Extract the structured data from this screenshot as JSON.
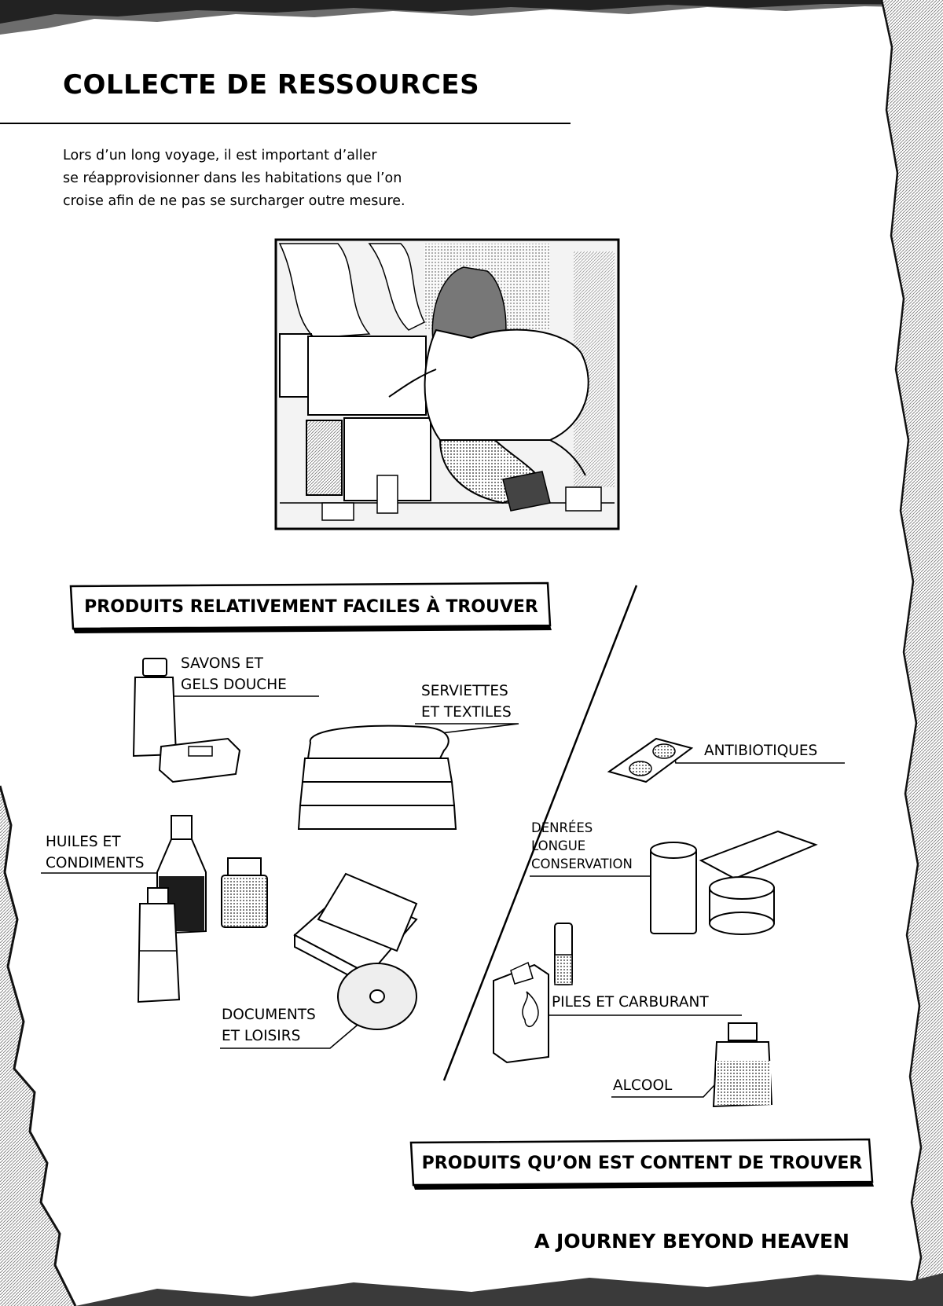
{
  "page": {
    "title": "COLLECTE DE RESSOURCES",
    "intro_lines": [
      "Lors d’un long voyage, il est important d’aller",
      "se réapprovisionner dans les habitations que l’on",
      "croise afin de ne pas se surcharger outre mesure."
    ],
    "footer": "A JOURNEY BEYOND HEAVEN"
  },
  "easy_section": {
    "heading": "PRODUITS RELATIVEMENT FACILES À TROUVER",
    "items": {
      "soaps": [
        "SAVONS ET",
        "GELS DOUCHE"
      ],
      "towels": [
        "SERVIETTES",
        "ET TEXTILES"
      ],
      "oils": [
        "HUILES ET",
        "CONDIMENTS"
      ],
      "documents": [
        "DOCUMENTS",
        "ET LOISIRS"
      ]
    }
  },
  "rare_section": {
    "heading": "PRODUITS QU’ON EST CONTENT DE TROUVER",
    "items": {
      "antibiotics": [
        "ANTIBIOTIQUES"
      ],
      "food": [
        "DENRÉES",
        "LONGUE",
        "CONSERVATION"
      ],
      "batteries": [
        "PILES ET CARBURANT"
      ],
      "alcohol": [
        "ALCOOL"
      ]
    }
  },
  "icons": [
    "soap-bottle-icon",
    "towel-stack-icon",
    "oil-bottles-icon",
    "books-cd-icon",
    "pill-blister-icon",
    "canned-food-icon",
    "battery-fuel-icon",
    "alcohol-jar-icon"
  ],
  "colors": {
    "ink": "#000000",
    "paper": "#ffffff",
    "screentone": "#9a9a9a"
  }
}
